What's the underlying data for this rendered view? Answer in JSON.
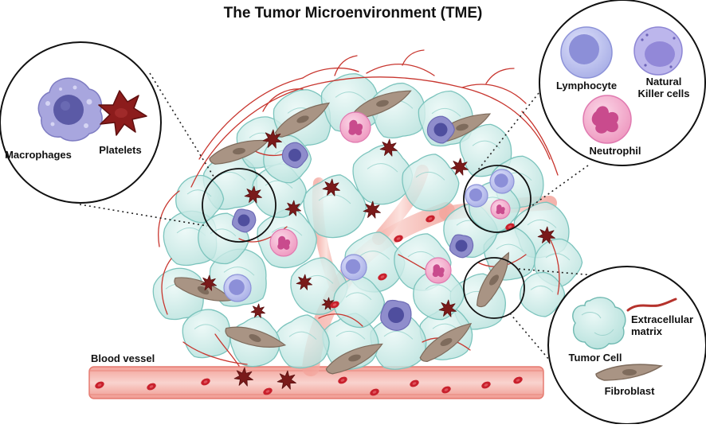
{
  "title": "The Tumor Microenvironment (TME)",
  "labels": {
    "macrophages": "Macrophages",
    "platelets": "Platelets",
    "lymphocyte": "Lymphocyte",
    "nk_line1": "Natural",
    "nk_line2": "Killer cells",
    "neutrophil": "Neutrophil",
    "blood_vessel": "Blood vessel",
    "ecm_line1": "Extracellular",
    "ecm_line2": "matrix",
    "tumor_cell": "Tumor Cell",
    "fibroblast": "Fibroblast"
  },
  "colors": {
    "tumor_fill": "#cdece8",
    "tumor_stroke": "#7cc4bd",
    "vessel": "#e8736b",
    "rbc": "#c8202c",
    "platelet": "#7a1a1a",
    "macrophage": "#8f8dcc",
    "lymphocyte": "#b9bdec",
    "neutrophil": "#f2a6c8",
    "fibroblast": "#9c8878",
    "ecm": "#b5322c"
  }
}
